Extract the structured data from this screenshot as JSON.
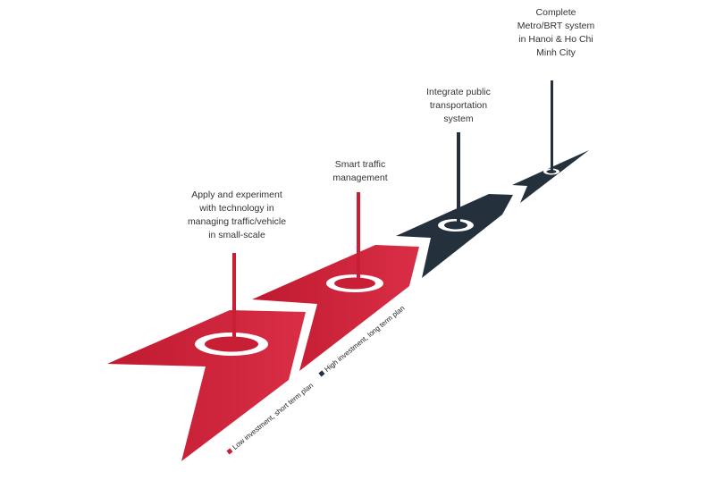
{
  "colors": {
    "red": "#c81f35",
    "red_light": "#d92e46",
    "dark": "#25303d"
  },
  "steps": [
    {
      "lines": [
        "Apply and experiment",
        "with technology in",
        "managing traffic/vehicle",
        "in small-scale"
      ],
      "color": "red"
    },
    {
      "lines": [
        "Smart traffic",
        "management"
      ],
      "color": "red"
    },
    {
      "lines": [
        "Integrate public",
        "transportation",
        "system"
      ],
      "color": "dark"
    },
    {
      "lines": [
        "Complete",
        "Metro/BRT system",
        "in Hanoi & Ho Chi",
        "Minh City"
      ],
      "color": "dark"
    }
  ],
  "legend": [
    {
      "label": "Low investment, short term plan",
      "color": "#c81f35"
    },
    {
      "label": "High investment, long term plan",
      "color": "#25303d"
    }
  ]
}
